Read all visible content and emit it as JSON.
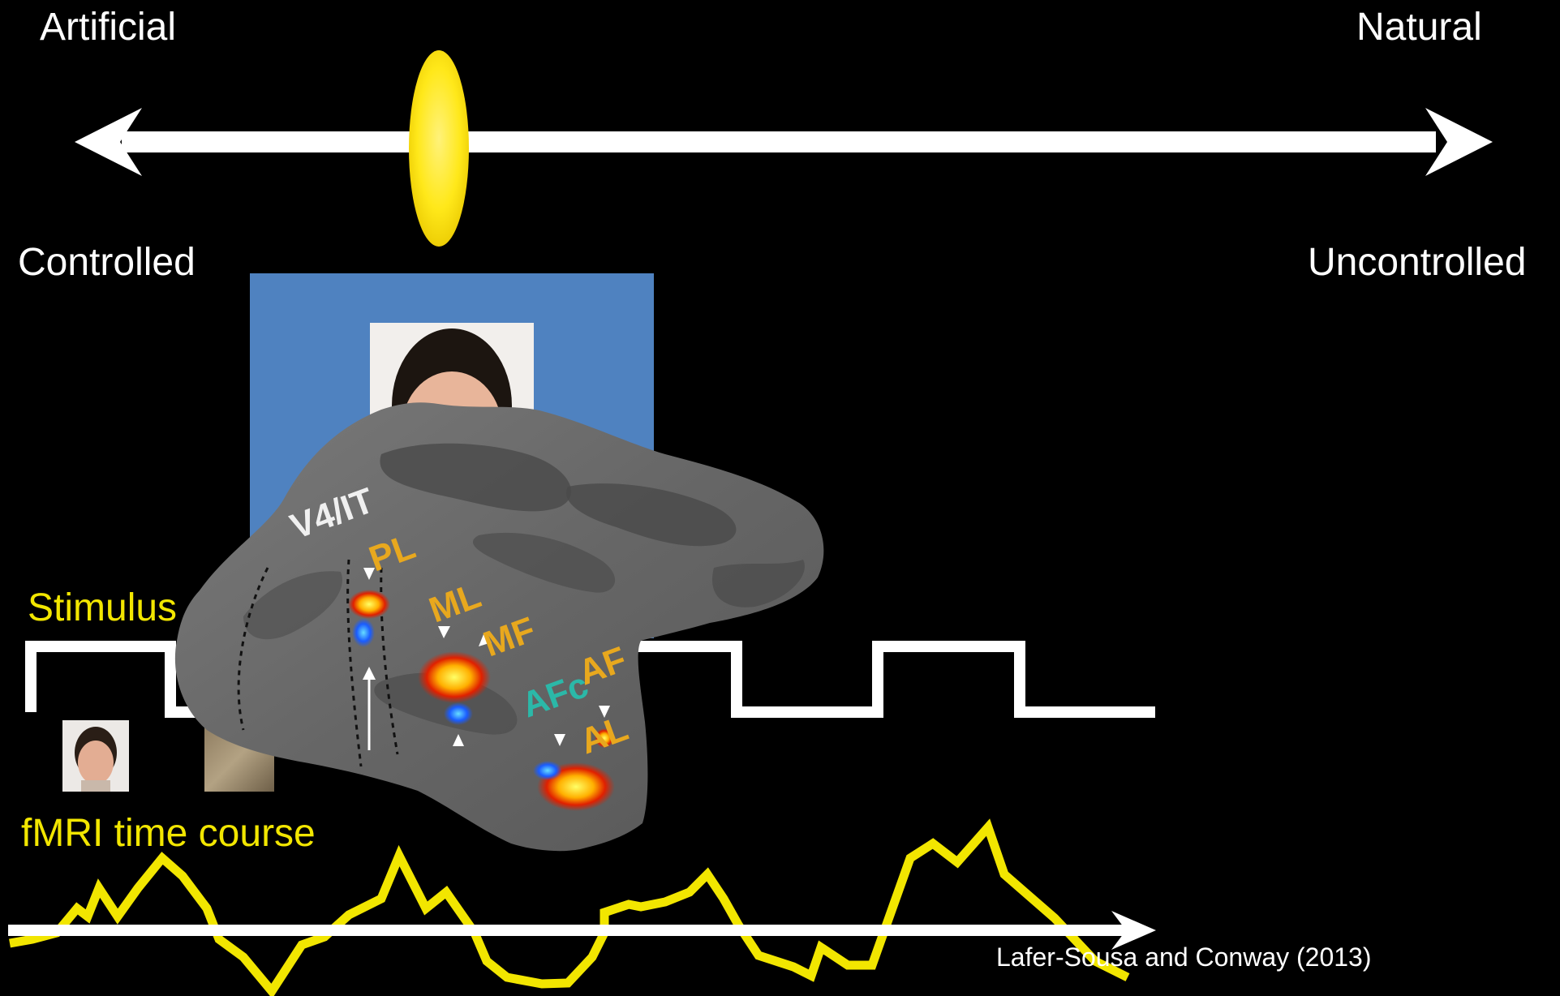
{
  "axis": {
    "left_top_label": "Artificial",
    "right_top_label": "Natural",
    "left_bottom_label": "Controlled",
    "right_bottom_label": "Uncontrolled"
  },
  "panels": {
    "stimulus_label": "Stimulus",
    "fmri_label": "fMRI time course"
  },
  "brain_regions": [
    "V4/IT",
    "PL",
    "ML",
    "MF",
    "AFc",
    "AF",
    "AL"
  ],
  "citation": "Lafer-Sousa and Conway (2013)",
  "colors": {
    "background": "#000000",
    "accent_yellow": "#f2e600",
    "marker_yellow": "#ffe81a",
    "stimulus_panel_blue": "#4f82c0",
    "cortex_gray": "#6b6b6b",
    "arrow_white": "#ffffff"
  }
}
